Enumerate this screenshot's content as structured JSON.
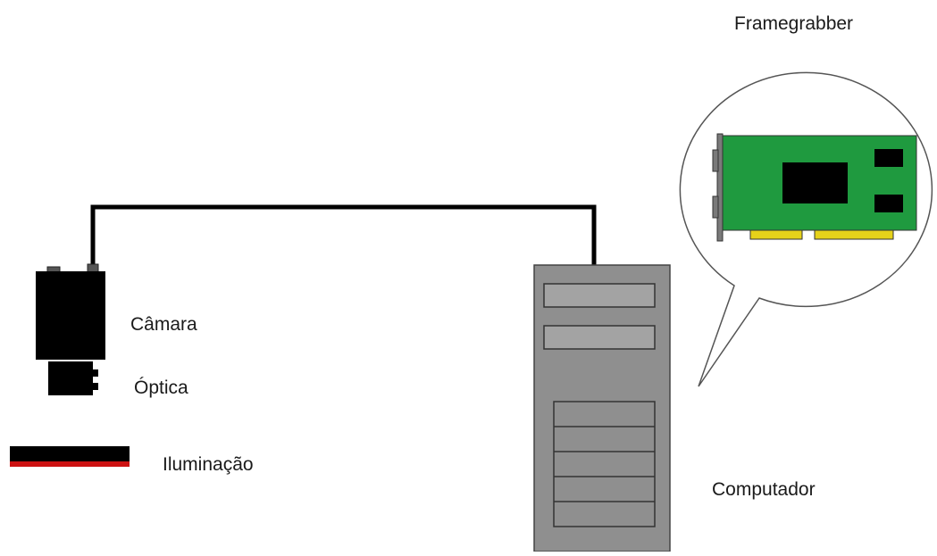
{
  "labels": {
    "framegrabber": "Framegrabber",
    "camera": "Câmara",
    "optics": "Óptica",
    "lighting": "Iluminação",
    "computer": "Computador"
  },
  "colors": {
    "background": "#ffffff",
    "cable": "#000000",
    "camera_body": "#000000",
    "light_top": "#000000",
    "light_bottom": "#cc1111",
    "tower": "#8f8f8f",
    "tower_bay": "#a3a3a3",
    "pcb": "#1f9a3f",
    "chip": "#000000",
    "contacts": "#e6d21a",
    "bracket": "#7a7a7a"
  },
  "icons": {
    "camera": "camera-icon",
    "optics": "lens-icon",
    "lighting": "light-bar-icon",
    "computer": "pc-tower-icon",
    "framegrabber": "pci-card-icon",
    "cable": "cable-connector"
  }
}
